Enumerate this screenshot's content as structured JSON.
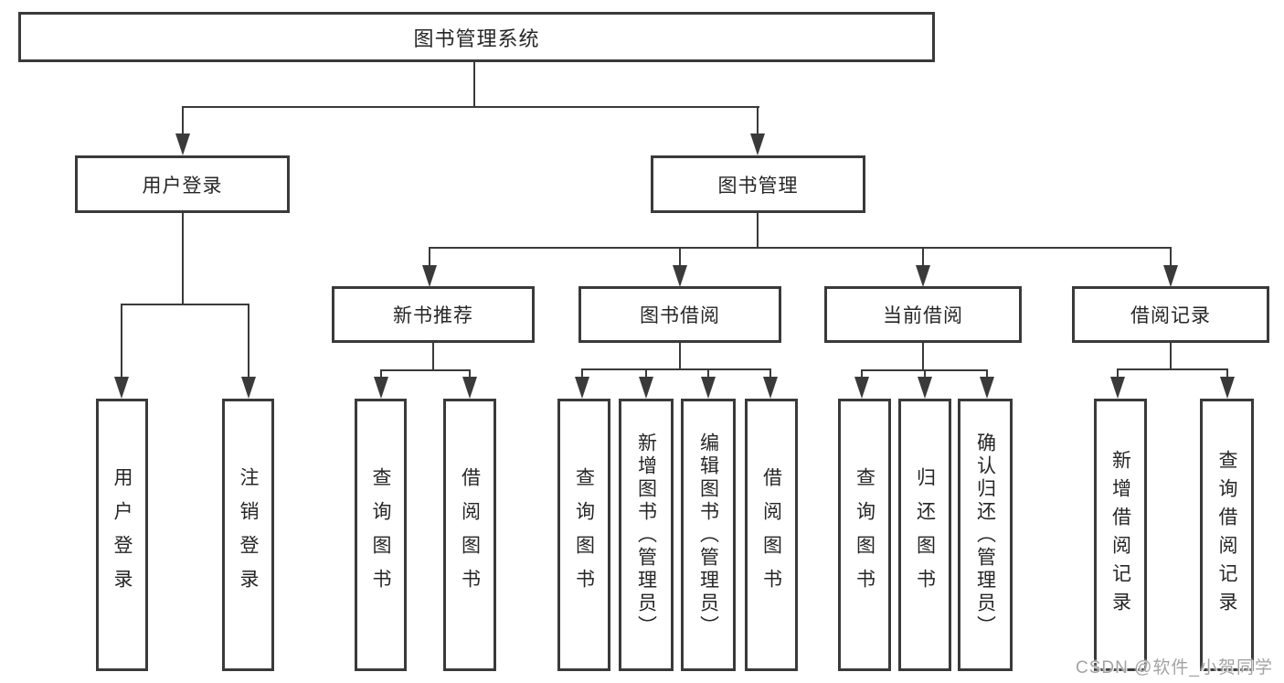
{
  "tree": {
    "root": {
      "label": "图书管理系统"
    },
    "branches": [
      {
        "label": "用户登录",
        "leaves": [
          {
            "label": "用户登录"
          },
          {
            "label": "注销登录"
          }
        ]
      },
      {
        "label": "图书管理",
        "children": [
          {
            "label": "新书推荐",
            "leaves": [
              {
                "label": "查询图书"
              },
              {
                "label": "借阅图书"
              }
            ]
          },
          {
            "label": "图书借阅",
            "leaves": [
              {
                "label": "查询图书"
              },
              {
                "label": "新增图书（管理员）"
              },
              {
                "label": "编辑图书（管理员）"
              },
              {
                "label": "借阅图书"
              }
            ]
          },
          {
            "label": "当前借阅",
            "leaves": [
              {
                "label": "查询图书"
              },
              {
                "label": "归还图书"
              },
              {
                "label": "确认归还（管理员）"
              }
            ]
          },
          {
            "label": "借阅记录",
            "leaves": [
              {
                "label": "新增借阅记录"
              },
              {
                "label": "查询借阅记录"
              }
            ]
          }
        ]
      }
    ]
  },
  "watermark": {
    "text": "CSDN @软件_小贺同学"
  },
  "colors": {
    "line": "#3a3a3a",
    "text": "#262626",
    "watermark": "#a3a3a3",
    "background": "#ffffff"
  }
}
